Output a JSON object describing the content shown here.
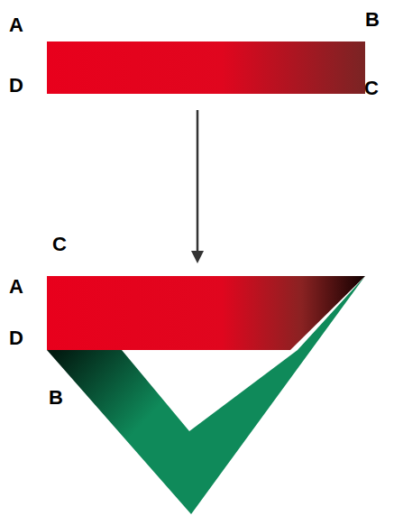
{
  "diagram": {
    "labels": [
      "A",
      "B",
      "D",
      "C",
      "C",
      "A",
      "D",
      "B"
    ]
  }
}
